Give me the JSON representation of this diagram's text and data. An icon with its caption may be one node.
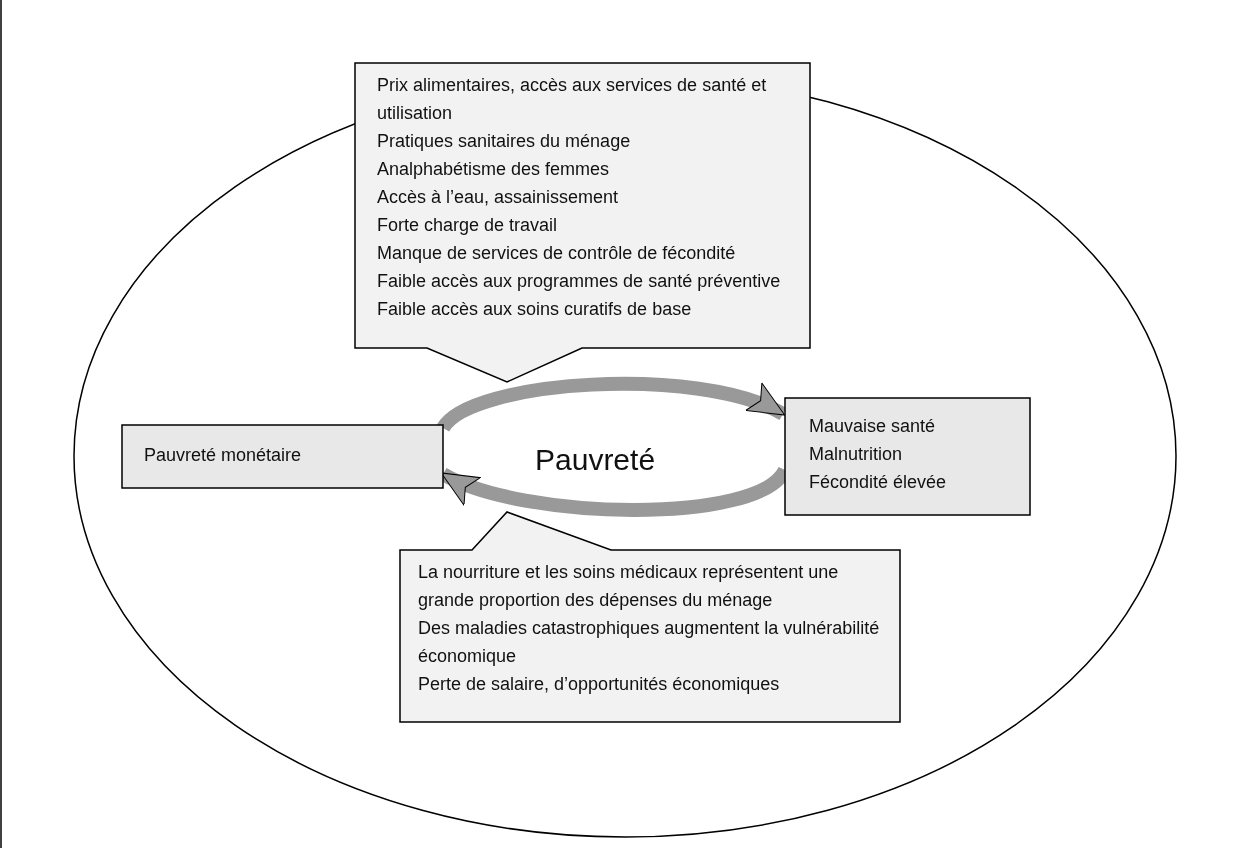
{
  "diagram": {
    "nodes": [
      {
        "text": [
          "Prix alimentaires, accès aux services de santé et utilisation",
          "Pratiques sanitaires du ménage",
          "Analphabétisme des femmes",
          "Accès à l’eau, assainissement",
          "Forte charge de travail",
          "Manque de services de contrôle de fécondité",
          "Faible accès aux programmes de santé préventive",
          "Faible accès aux soins curatifs de base"
        ]
      },
      {
        "text": [
          "Pauvreté monétaire"
        ]
      },
      {
        "text": [
          "Mauvaise santé",
          "Malnutrition",
          "Fécondité élevée"
        ]
      },
      {
        "text": [
          "La nourriture et les soins médicaux représentent une grande proportion des dépenses du ménage",
          "Des maladies catastrophiques augmentent la vulnérabilité économique",
          "Perte de salaire, d’opportunités économiques"
        ]
      }
    ],
    "edges": [
      {
        "from": 1,
        "to": 2,
        "arrow": "to"
      },
      {
        "from": 2,
        "to": 1,
        "arrow": "to"
      }
    ],
    "labels": [
      "Pauvreté"
    ]
  }
}
